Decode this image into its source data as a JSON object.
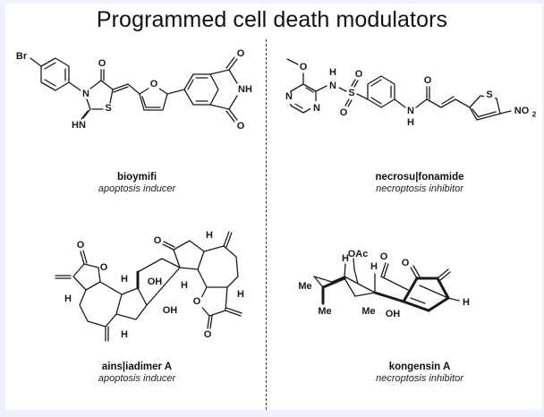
{
  "figure": {
    "title": "Programmed cell death modulators",
    "compounds": [
      {
        "name": "bioymifi",
        "role": "apoptosis inducer",
        "atom_labels": [
          "Br",
          "N",
          "O",
          "S",
          "HN",
          "O",
          "O",
          "NH",
          "O"
        ]
      },
      {
        "name": "necrosu|fonamide",
        "role": "necroptosis inhibitor",
        "atom_labels": [
          "O",
          "N",
          "N",
          "H",
          "N",
          "S",
          "O",
          "O",
          "N",
          "H",
          "O",
          "S",
          "NO",
          "2"
        ]
      },
      {
        "name": "ains|iadimer A",
        "role": "apoptosis inducer",
        "atom_labels": [
          "O",
          "O",
          "H",
          "H",
          "OH",
          "OH",
          "H",
          "O",
          "H",
          "H",
          "O",
          "O",
          "H"
        ]
      },
      {
        "name": "kongensin A",
        "role": "necroptosis inhibitor",
        "atom_labels": [
          "OAc",
          "H",
          "Me",
          "Me",
          "H",
          "O",
          "Me",
          "OH",
          "O",
          "H"
        ]
      }
    ]
  },
  "colors": {
    "background": "#eef3fb",
    "panel": "#ffffff",
    "ink": "#1a1a1a"
  }
}
